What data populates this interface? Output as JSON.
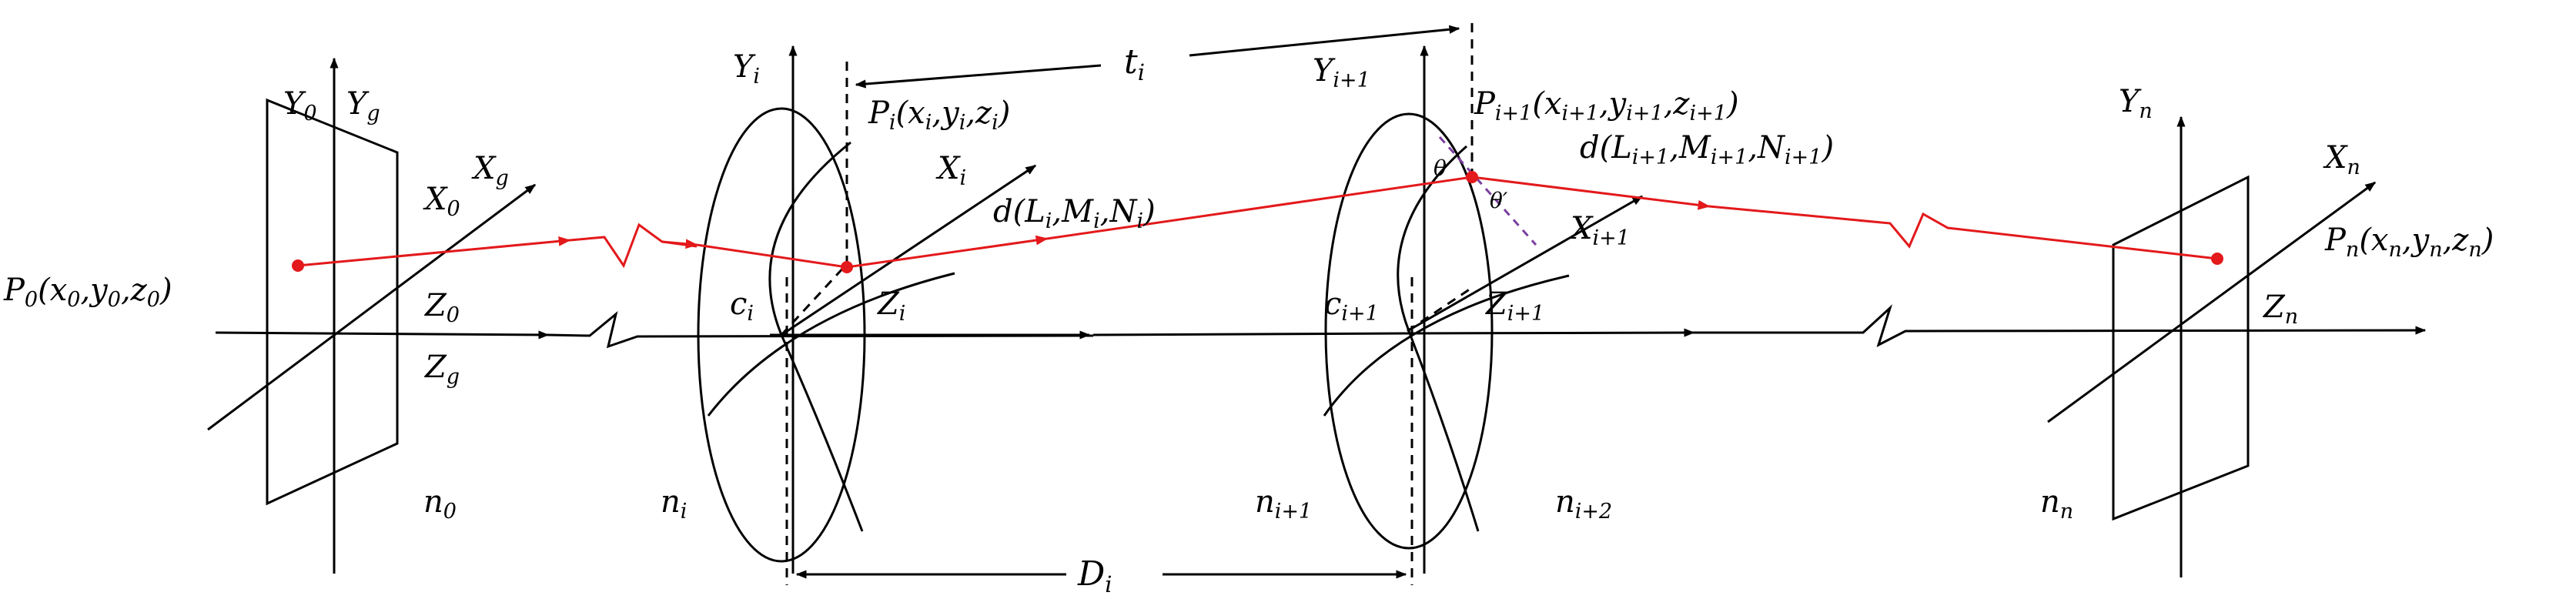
{
  "colors": {
    "ink": "#000000",
    "ray": "#e3191b",
    "normal": "#7b3fa0",
    "theta": "#5a7d2a"
  },
  "plane0": {
    "y0": "Y",
    "y0_sub": "0",
    "yg": "Y",
    "yg_sub": "g",
    "x0": "X",
    "x0_sub": "0",
    "xg": "X",
    "xg_sub": "g",
    "z0": "Z",
    "z0_sub": "0",
    "zg": "Z",
    "zg_sub": "g",
    "n0": "n",
    "n0_sub": "0",
    "p0": "P",
    "p0_sub": "0",
    "p0_coords": "(x",
    "p0_c1": "0",
    "p0_c2": ",y",
    "p0_c3": "0",
    "p0_c4": ",z",
    "p0_c5": "0",
    "p0_c6": ")"
  },
  "surface_i": {
    "y": "Y",
    "y_sub": "i",
    "x": "X",
    "x_sub": "i",
    "z": "Z",
    "z_sub": "i",
    "c": "c",
    "c_sub": "i",
    "n": "n",
    "n_sub": "i",
    "p": "P",
    "p_sub": "i",
    "p_a": "(x",
    "p_b": "i",
    "p_c": ",y",
    "p_d": "i",
    "p_e": ",z",
    "p_f": "i",
    "p_g": ")",
    "d": "d",
    "d_a": "(L",
    "d_b": "i",
    "d_c": ",M",
    "d_d": "i",
    "d_e": ",N",
    "d_f": "i",
    "d_g": ")"
  },
  "surface_i1": {
    "y": "Y",
    "y_sub": "i+1",
    "x": "X",
    "x_sub": "i+1",
    "z": "Z",
    "z_sub": "i+1",
    "c": "c",
    "c_sub": "i+1",
    "n": "n",
    "n_sub": "i+1",
    "n2": "n",
    "n2_sub": "i+2",
    "p": "P",
    "p_sub": "i+1",
    "p_a": "(x",
    "p_b": "i+1",
    "p_c": ",y",
    "p_d": "i+1",
    "p_e": ",z",
    "p_f": "i+1",
    "p_g": ")",
    "d": "d",
    "d_a": "(L",
    "d_b": "i+1",
    "d_c": ",M",
    "d_d": "i+1",
    "d_e": ",N",
    "d_f": "i+1",
    "d_g": ")",
    "theta": "θ",
    "theta_prime": "θ′"
  },
  "plane_n": {
    "y": "Y",
    "y_sub": "n",
    "x": "X",
    "x_sub": "n",
    "z": "Z",
    "z_sub": "n",
    "n": "n",
    "n_sub": "n",
    "p": "P",
    "p_sub": "n",
    "p_a": "(x",
    "p_b": "n",
    "p_c": ",y",
    "p_d": "n",
    "p_e": ",z",
    "p_f": "n",
    "p_g": ")"
  },
  "dims": {
    "t": "t",
    "t_sub": "i",
    "d": "D",
    "d_sub": "i"
  }
}
